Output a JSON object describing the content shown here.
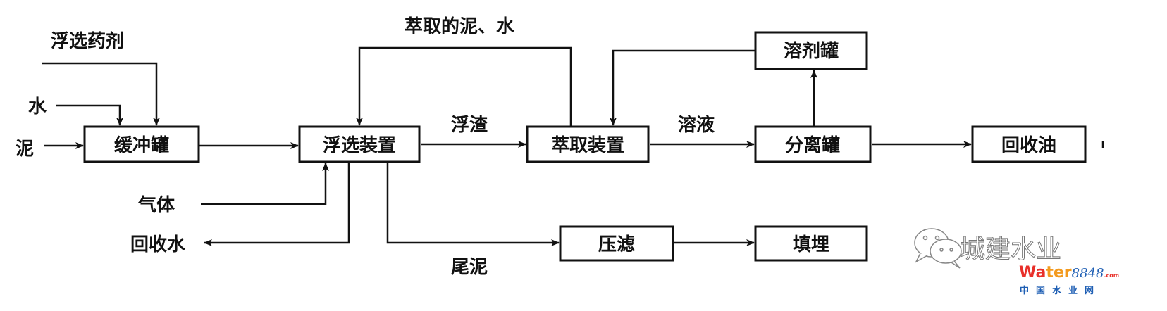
{
  "boxes": {
    "buffer_tank": "缓冲罐",
    "flotation_unit": "浮选装置",
    "extraction_unit": "萃取装置",
    "separation_tank": "分离罐",
    "solvent_tank": "溶剂罐",
    "recovered_oil": "回收油",
    "filter_press": "压滤",
    "landfill": "填埋"
  },
  "labels": {
    "flotation_agent": "浮选药剂",
    "water": "水",
    "sludge": "泥",
    "gas": "气体",
    "recovered_water": "回收水",
    "extracted_sludge_water": "萃取的泥、水",
    "froth": "浮渣",
    "solution": "溶液",
    "tailings": "尾泥"
  },
  "watermark": {
    "brand": "城建水业",
    "site_logo": "Water8848.com",
    "site_name": "中国水业网",
    "icon": "wechat-icon",
    "logo_colors": {
      "red": "#e8302a",
      "orange": "#f39a1e",
      "blue": "#1f5fb4"
    }
  }
}
